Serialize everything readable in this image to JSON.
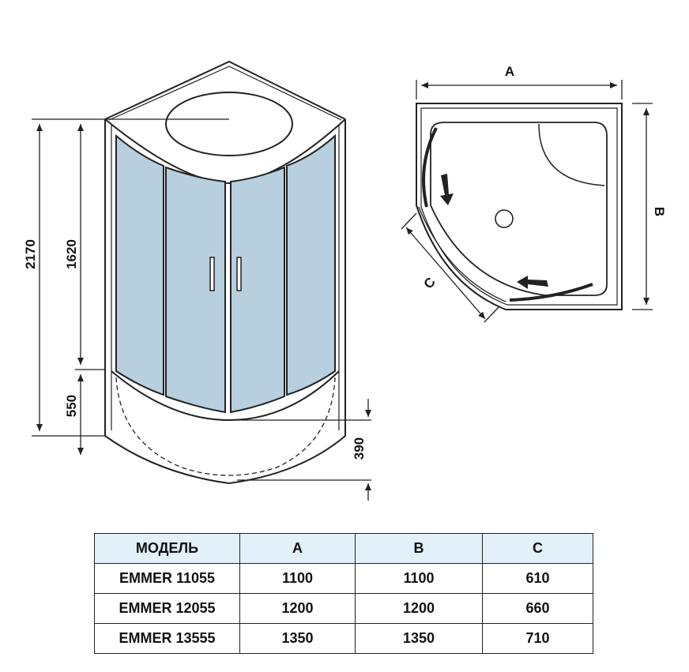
{
  "dimensions": {
    "total_height": "2170",
    "door_height": "1620",
    "tray_height": "550",
    "tray_depth": "390",
    "side_a": "A",
    "side_b": "B",
    "side_c": "C"
  },
  "table": {
    "headers": [
      "МОДЕЛЬ",
      "A",
      "B",
      "C"
    ],
    "rows": [
      [
        "EMMER 11055",
        "1100",
        "1100",
        "610"
      ],
      [
        "EMMER 12055",
        "1200",
        "1200",
        "660"
      ],
      [
        "EMMER 13555",
        "1350",
        "1350",
        "710"
      ]
    ]
  },
  "colors": {
    "glass": "#b7cfdf",
    "line": "#222222",
    "header_bg": "#e2f0fa"
  }
}
